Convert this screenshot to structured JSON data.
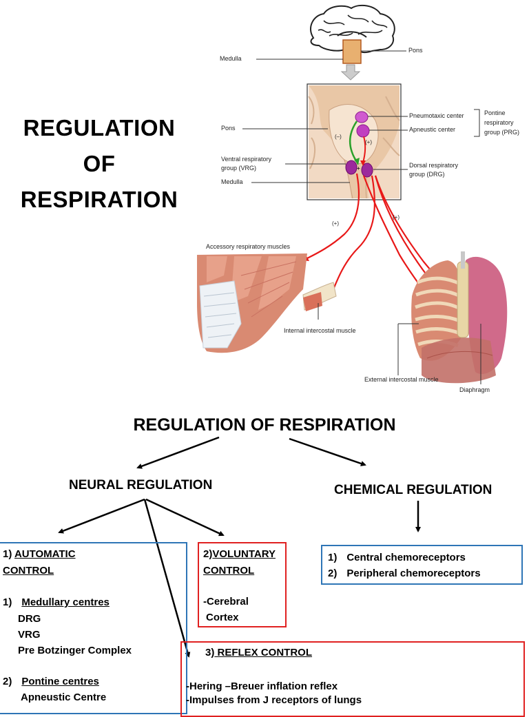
{
  "top": {
    "main_title_lines": [
      "REGULATION",
      "OF",
      "RESPIRATION"
    ],
    "labels": {
      "medulla_top": "Medulla",
      "pons_top": "Pons",
      "pneumotaxic": "Pneumotaxic center",
      "apneustic": "Apneustic center",
      "pontine_group_1": "Pontine",
      "pontine_group_2": "respiratory",
      "pontine_group_3": "group (PRG)",
      "pons_mid": "Pons",
      "minus": "(–)",
      "plus_mid": "(+)",
      "plus_center": "+",
      "vrg_1": "Ventral respiratory",
      "vrg_2": "group (VRG)",
      "medulla_mid": "Medulla",
      "drg_1": "Dorsal respiratory",
      "drg_2": "group (DRG)",
      "plus_left": "(+)",
      "plus_right": "(+)",
      "accessory": "Accessory respiratory muscles",
      "internal_intercostal": "Internal intercostal muscle",
      "external_intercostal": "External intercostal muscle",
      "diaphragm": "Diaphragm"
    }
  },
  "bottom": {
    "title": "REGULATION OF RESPIRATION",
    "neural": "NEURAL REGULATION",
    "chemical": "CHEMICAL REGULATION",
    "automatic": {
      "num": "1) ",
      "title_1": "AUTOMATIC",
      "title_2": "CONTROL",
      "medullary_num": "1)",
      "medullary": "Medullary centres",
      "items": [
        "DRG",
        "VRG",
        "Pre Botzinger Complex"
      ],
      "pontine_num": "2)",
      "pontine": "Pontine centres",
      "pontine_items": [
        "Apneustic Centre"
      ]
    },
    "voluntary": {
      "num": "2)",
      "title_1": "VOLUNTARY",
      "title_2": "CONTROL",
      "line_1": "-Cerebral",
      "line_2": "Cortex"
    },
    "chemo": {
      "items": [
        {
          "num": "1)",
          "text": "Central chemoreceptors"
        },
        {
          "num": "2)",
          "text": "Peripheral chemoreceptors"
        }
      ]
    },
    "reflex": {
      "num": "3)",
      "title": " REFLEX CONTROL",
      "items": [
        "-Hering –Breuer inflation reflex",
        "-Impulses from J receptors of lungs"
      ]
    }
  },
  "colors": {
    "red_box": "#e02020",
    "blue_box": "#2e75b6",
    "nerve_red": "#e81818",
    "muscle": "#d98a72",
    "purple": "#8b1a8b",
    "brain_tan": "#e8c9a8"
  }
}
